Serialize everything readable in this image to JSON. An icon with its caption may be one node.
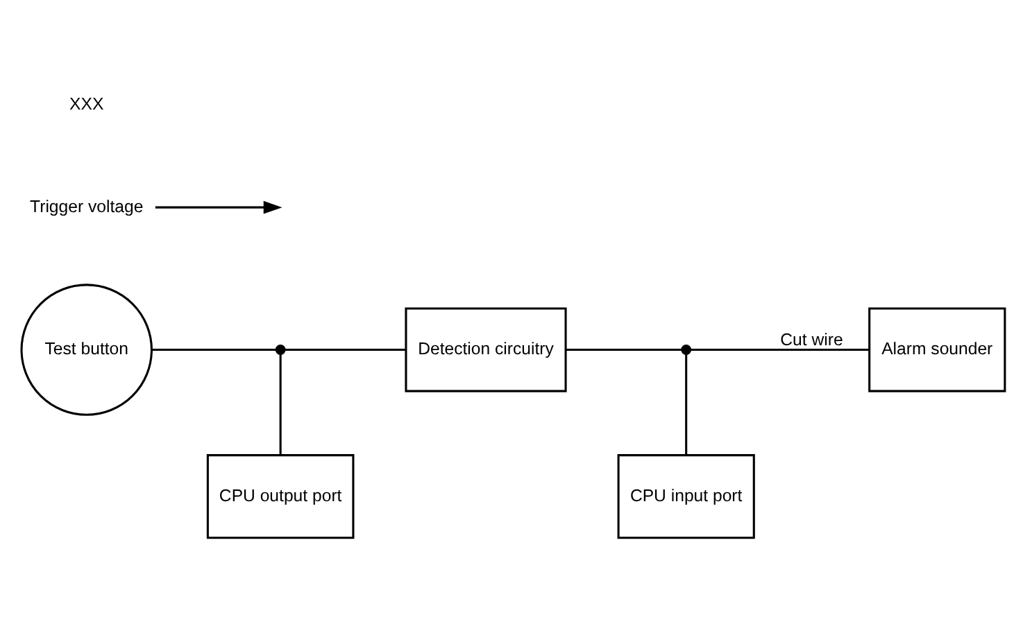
{
  "diagram": {
    "nodes": [
      {
        "text": [
          "Test button"
        ]
      },
      {
        "text": [
          "Detection circuitry"
        ]
      },
      {
        "text": [
          "Alarm sounder"
        ]
      },
      {
        "text": [
          "CPU output port"
        ]
      },
      {
        "text": [
          "CPU input port"
        ]
      },
      {
        "text": [],
        "shape": "circle"
      },
      {
        "text": [],
        "shape": "circle"
      },
      {
        "text": [
          "Trigger voltage"
        ]
      }
    ],
    "edges": [
      {
        "from": 0,
        "to": 5,
        "arrow": "none"
      },
      {
        "from": 5,
        "to": 1,
        "arrow": "none"
      },
      {
        "from": 5,
        "to": 3,
        "arrow": "none"
      },
      {
        "from": 1,
        "to": 6,
        "arrow": "none"
      },
      {
        "from": 6,
        "to": 4,
        "arrow": "none"
      },
      {
        "from": 6,
        "to": 2,
        "arrow": "none",
        "label": "Cut wire"
      },
      {
        "from": 7,
        "to": null,
        "arrow": "to"
      }
    ],
    "labels": [
      "XXX"
    ]
  }
}
